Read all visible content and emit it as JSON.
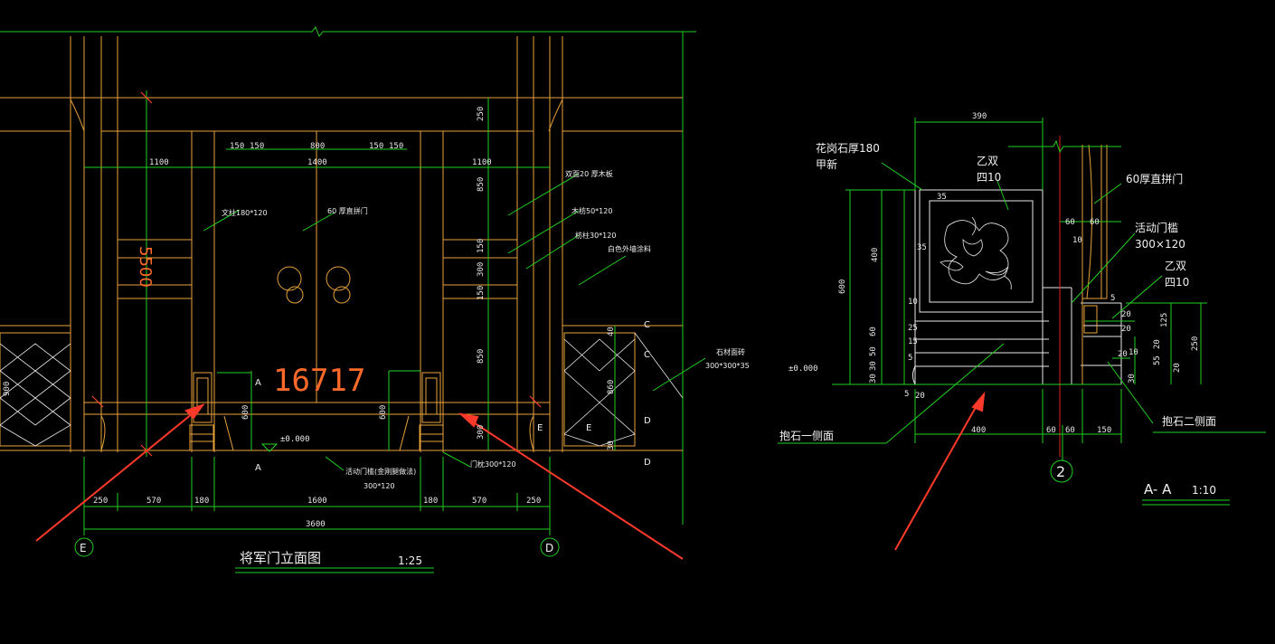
{
  "colors": {
    "background": "#000000",
    "structure": "#e8a23a",
    "dimension": "#20d020",
    "axis": "#e02020",
    "annotation_arrow": "#ff3a2a",
    "text": "#f0f0f0",
    "big_text": "#ff6a2a"
  },
  "left_drawing": {
    "title": "将军门立面图",
    "scale": "1:25",
    "axis_left": "E",
    "axis_right": "D",
    "big_number": "16717",
    "vertical_text": "5500",
    "level": "±0.000",
    "section_mark_top": "A",
    "section_mark_bottom": "A",
    "dims_top": [
      "150",
      "150",
      "800",
      "150",
      "150"
    ],
    "dim_1400": "1400",
    "dim_left_1100": "1100",
    "dim_right_1100": "1100",
    "dims_bottom": [
      "250",
      "570",
      "180",
      "1600",
      "180",
      "570",
      "250"
    ],
    "dim_total": "3600",
    "dims_right_vertical": [
      "250",
      "850",
      "150",
      "300",
      "150",
      "850",
      "300"
    ],
    "dims_left_lower": [
      "900"
    ],
    "dim_600_left": "600",
    "dim_600_right": "600",
    "dims_right_panel": [
      "40",
      "860",
      "30"
    ],
    "panel_marks": [
      "C",
      "C",
      "D",
      "D",
      "E",
      "E"
    ],
    "labels": {
      "wenzhu": "文柱180*120",
      "door": "60 厚直拼门",
      "double_panel": "双面20 厚木板",
      "mufang": "木枋50*120",
      "fangzhu": "枋柱30*120",
      "white_paint": "白色外墙涂料",
      "stone_tile": "石材面砖",
      "stone_tile_size": "300*300*35",
      "threshold_active": "活动门槛(金刚腿做法)",
      "threshold_size": "300*120",
      "menzhen": "门枕300*120"
    }
  },
  "right_drawing": {
    "title": "A- A",
    "scale": "1:10",
    "axis": "2",
    "level": "±0.000",
    "labels": {
      "granite_l1": "花岗石厚180",
      "granite_l2": "甲新",
      "yishuang_l1": "乙双",
      "yishuang_l2": "四10",
      "door60": "60厚直拼门",
      "active_threshold_l1": "活动门槛",
      "active_threshold_l2": "300×120",
      "yishuang2_l1": "乙双",
      "yishuang2_l2": "四10",
      "stone_side1": "抱石一侧面",
      "stone_side2": "抱石二侧面"
    },
    "dim_top": "390",
    "dim_35_top": "35",
    "dim_35_left": "35",
    "dim_400_v": "400",
    "dim_600_v": "600",
    "dim_small_v": [
      "10",
      "25",
      "15",
      "5",
      "60",
      "50",
      "30",
      "30"
    ],
    "dim_60a": "60",
    "dim_60b": "60",
    "dim_10": "10",
    "dim_5": "5",
    "dim_20a": "20",
    "dim_125": "125",
    "dim_250": "250",
    "dims_r_small": [
      "20",
      "10",
      "20",
      "55",
      "20",
      "20",
      "30"
    ],
    "dim_5b": "5",
    "dim_20b": "20",
    "dims_bottom": [
      "400",
      "60",
      "60",
      "150"
    ]
  }
}
